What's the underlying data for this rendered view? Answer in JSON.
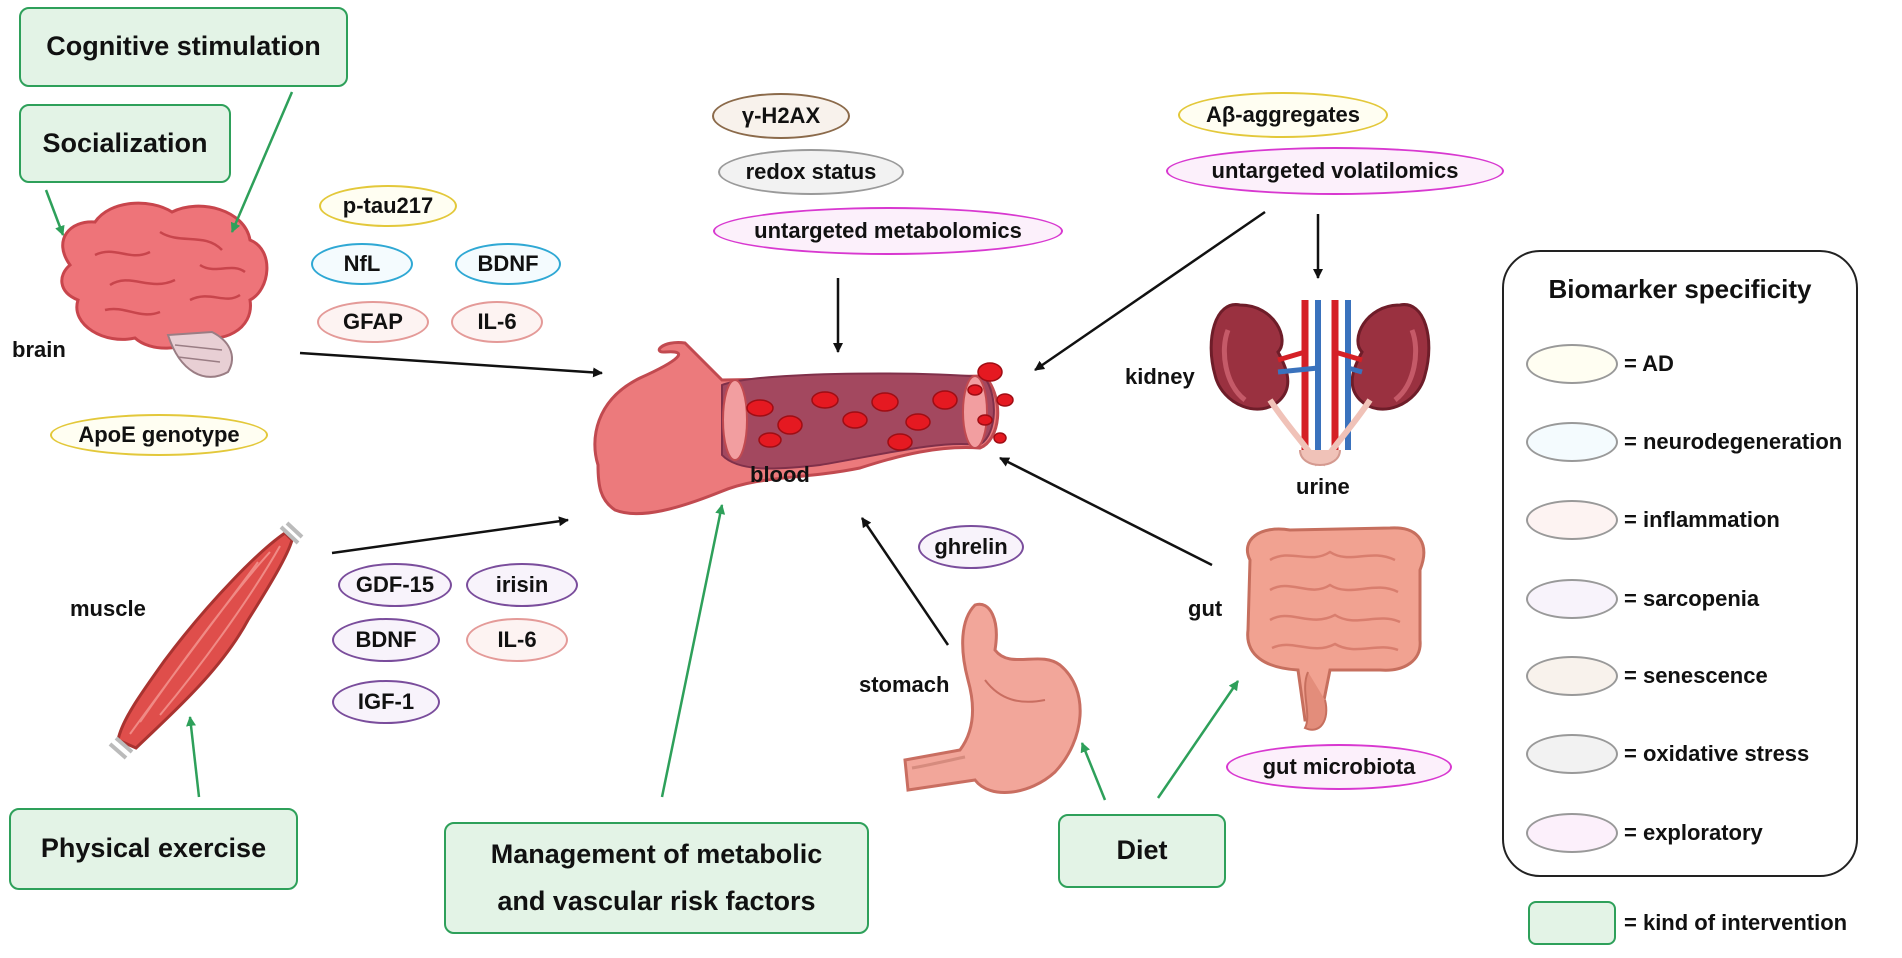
{
  "interventions": {
    "cognitive_stimulation": "Cognitive stimulation",
    "socialization": "Socialization",
    "physical_exercise": "Physical exercise",
    "management_line1": "Management of metabolic",
    "management_line2": "and vascular risk factors",
    "diet": "Diet"
  },
  "organs": {
    "brain": "brain",
    "muscle": "muscle",
    "blood": "blood",
    "kidney": "kidney",
    "urine": "urine",
    "gut": "gut",
    "stomach": "stomach"
  },
  "biomarkers": {
    "p_tau217": "p-tau217",
    "nfl": "NfL",
    "bdnf_brain": "BDNF",
    "gfap": "GFAP",
    "il6_brain": "IL-6",
    "apoe": "ApoE genotype",
    "gdf15": "GDF-15",
    "irisin": "irisin",
    "bdnf_muscle": "BDNF",
    "il6_muscle": "IL-6",
    "igf1": "IGF-1",
    "gamma_h2ax": "γ-H2AX",
    "redox": "redox status",
    "metabolomics": "untargeted metabolomics",
    "ab_aggregates": "Aβ-aggregates",
    "volatilomics": "untargeted volatilomics",
    "ghrelin": "ghrelin",
    "gut_microbiota": "gut microbiota"
  },
  "legend": {
    "title": "Biomarker specificity",
    "items": [
      {
        "label": "= AD",
        "color": "#e3c83a"
      },
      {
        "label": "= neurodegeneration",
        "color": "#2fa8d4"
      },
      {
        "label": "= inflammation",
        "color": "#e49a98"
      },
      {
        "label": "= sarcopenia",
        "color": "#7a4d9c"
      },
      {
        "label": "= senescence",
        "color": "#8b6a4a"
      },
      {
        "label": "= oxidative stress",
        "color": "#9a9a9a"
      },
      {
        "label": "= exploratory",
        "color": "#d838d0"
      }
    ],
    "intervention_label": "= kind of intervention"
  },
  "colors": {
    "intervention_fill": "#e3f3e6",
    "intervention_border": "#2ea05a",
    "arrow_black": "#111111",
    "arrow_green": "#2ea05a"
  }
}
